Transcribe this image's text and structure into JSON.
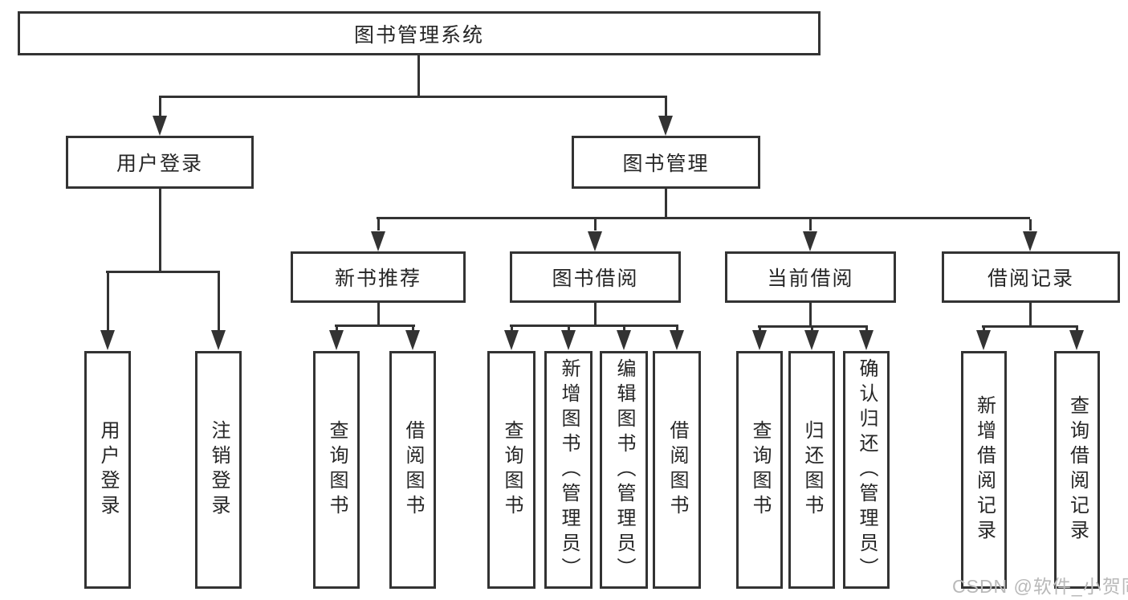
{
  "diagram": {
    "title": "图书管理系统",
    "level2": [
      {
        "label": "用户登录",
        "children": [
          {
            "label": "用户登录"
          },
          {
            "label": "注销登录"
          }
        ]
      },
      {
        "label": "图书管理",
        "children": [
          {
            "label": "新书推荐",
            "children": [
              {
                "label": "查询图书"
              },
              {
                "label": "借阅图书"
              }
            ]
          },
          {
            "label": "图书借阅",
            "children": [
              {
                "label": "查询图书"
              },
              {
                "label": "新增图书（管理员）"
              },
              {
                "label": "编辑图书（管理员）"
              },
              {
                "label": "借阅图书"
              }
            ]
          },
          {
            "label": "当前借阅",
            "children": [
              {
                "label": "查询图书"
              },
              {
                "label": "归还图书"
              },
              {
                "label": "确认归还（管理员）"
              }
            ]
          },
          {
            "label": "借阅记录",
            "children": [
              {
                "label": "新增借阅记录"
              },
              {
                "label": "查询借阅记录"
              }
            ]
          }
        ]
      }
    ],
    "watermark": "CSDN @软件_小贺同学",
    "colors": {
      "line": "#333333",
      "text": "#262626",
      "watermark": "#b9b9b9",
      "background": "#ffffff"
    }
  }
}
